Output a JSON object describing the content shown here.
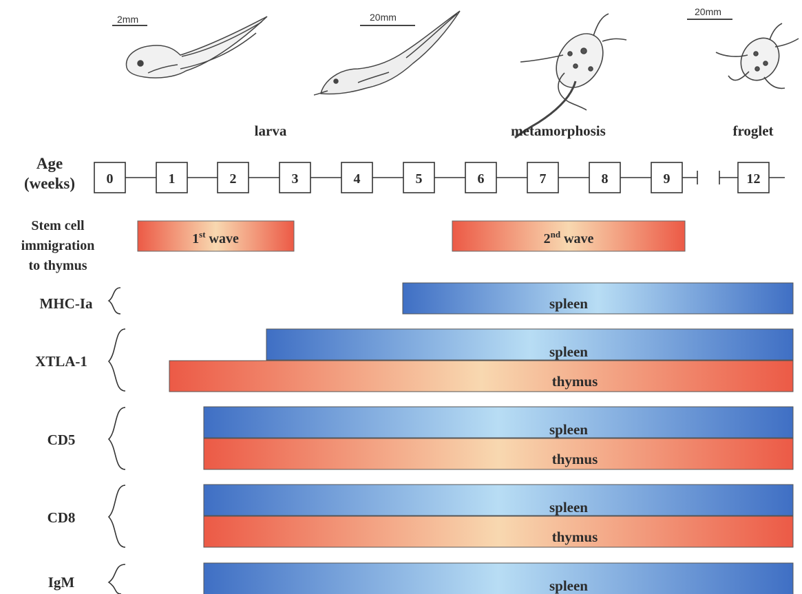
{
  "stages": {
    "larva": "larva",
    "metamorphosis": "metamorphosis",
    "froglet": "froglet"
  },
  "scale_bars": {
    "tadpole_small": "2mm",
    "tadpole_large": "20mm",
    "froglet": "20mm"
  },
  "age_axis": {
    "label_line1": "Age",
    "label_line2": "(weeks)",
    "weeks": [
      "0",
      "1",
      "2",
      "3",
      "4",
      "5",
      "6",
      "7",
      "8",
      "9",
      "12"
    ]
  },
  "stem_cell": {
    "label_lines": [
      "Stem cell",
      "immigration",
      "to thymus"
    ],
    "wave1": {
      "num": "1",
      "sup": "st",
      "word": "wave"
    },
    "wave2": {
      "num": "2",
      "sup": "nd",
      "word": "wave"
    }
  },
  "markers": [
    {
      "name": "MHC-Ia",
      "bars": [
        "spleen"
      ]
    },
    {
      "name": "XTLA-1",
      "bars": [
        "spleen",
        "thymus"
      ]
    },
    {
      "name": "CD5",
      "bars": [
        "spleen",
        "thymus"
      ]
    },
    {
      "name": "CD8",
      "bars": [
        "spleen",
        "thymus"
      ]
    },
    {
      "name": "IgM",
      "bars": [
        "spleen"
      ]
    }
  ],
  "colors": {
    "spleen_edge": "#3f6fc4",
    "spleen_center": "#b8ddf4",
    "thymus_edge": "#ec5a46",
    "thymus_center": "#f8d8b0"
  },
  "icons": [
    "tadpole-early-icon",
    "tadpole-late-icon",
    "metamorphosing-frog-icon",
    "froglet-icon"
  ]
}
